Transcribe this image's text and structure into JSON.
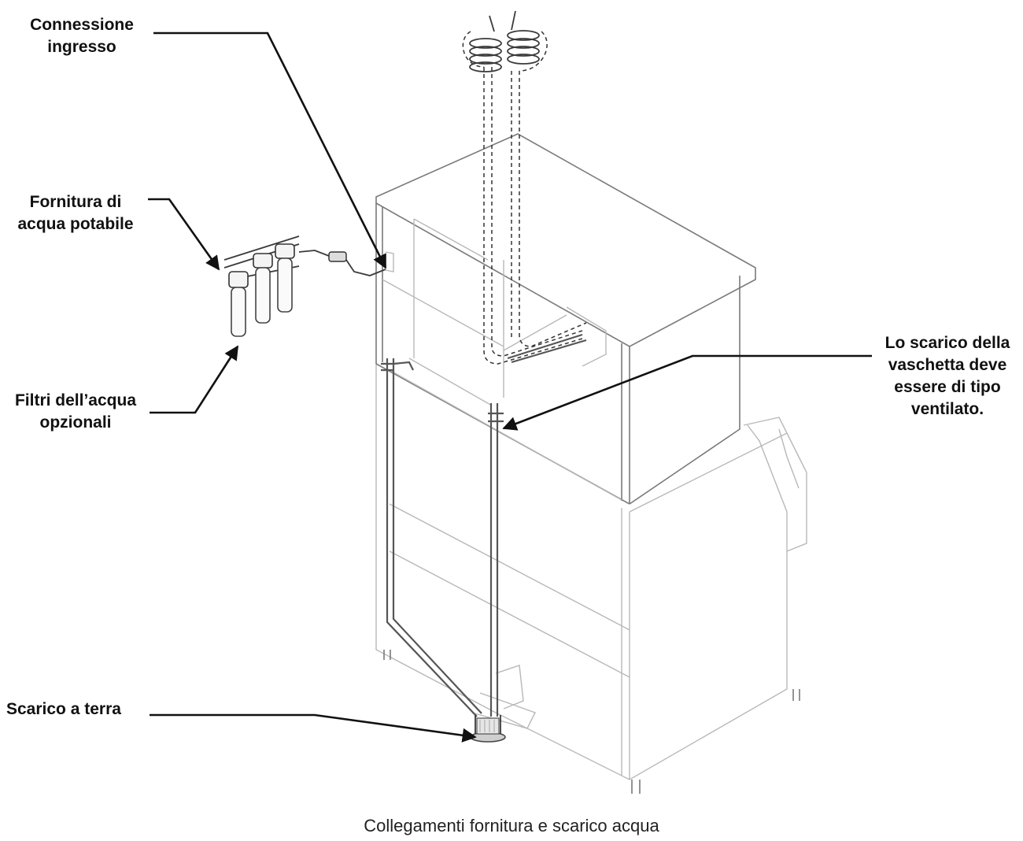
{
  "labels": {
    "inlet": [
      "Connessione",
      "ingresso"
    ],
    "potable": [
      "Fornitura di",
      "acqua potabile"
    ],
    "filters": [
      "Filtri dell’acqua",
      "opzionali"
    ],
    "vented": [
      "Lo scarico della",
      "vaschetta deve",
      "essere di tipo",
      "ventilato."
    ],
    "floor_drain": "Scarico a terra"
  },
  "caption": "Collegamenti fornitura e scarico acqua"
}
